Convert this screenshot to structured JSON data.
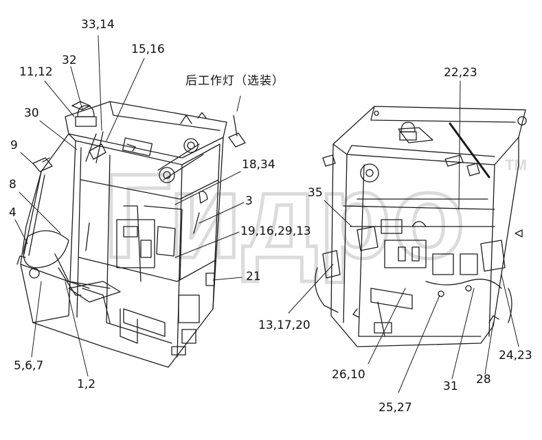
{
  "watermark": {
    "text": "Гидро",
    "mark": "TM"
  },
  "colors": {
    "line": "#1a1a1a",
    "watermark": "#cfcfcf",
    "background": "#ffffff"
  },
  "labels": {
    "l33_14": "33,14",
    "l15_16": "15,16",
    "l32": "32",
    "l11_12": "11,12",
    "l30": "30",
    "l9": "9",
    "l8": "8",
    "l4": "4",
    "l5_6_7": "5,6,7",
    "l1_2": "1,2",
    "l18_34": "18,34",
    "l3": "3",
    "l19_16_29_13": "19,16,29,13",
    "l21": "21",
    "l22_23": "22,23",
    "l35": "35",
    "l13_17_20": "13,17,20",
    "l26_10": "26,10",
    "l25_27": "25,27",
    "l31": "31",
    "l28": "28",
    "l24_23": "24,23",
    "rear_lamp_note": "后工作灯（选装）"
  }
}
